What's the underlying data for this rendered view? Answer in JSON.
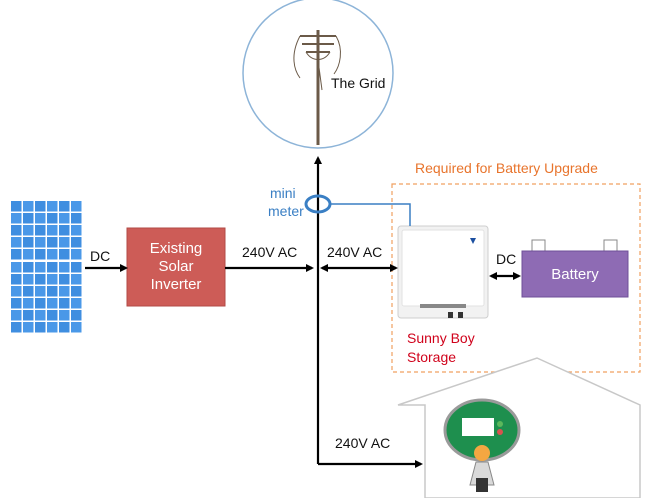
{
  "grid": {
    "label": "The Grid"
  },
  "upgrade_region": {
    "title": "Required for Battery Upgrade"
  },
  "solar_panel": {
    "label": ""
  },
  "inverter": {
    "line1": "Existing",
    "line2": "Solar",
    "line3": "Inverter"
  },
  "meter": {
    "line1": "mini",
    "line2": "meter"
  },
  "links": {
    "panel_to_inverter": "DC",
    "inverter_to_junction": "240V AC",
    "junction_to_storage": "240V AC",
    "storage_to_battery": "DC",
    "junction_to_house": "240V AC"
  },
  "storage": {
    "line1": "Sunny Boy",
    "line2": "Storage"
  },
  "battery": {
    "label": "Battery"
  },
  "colors": {
    "upgrade_text": "#e8742c",
    "upgrade_border": "#f0a060",
    "inverter_fill": "#cd5c57",
    "battery_fill": "#8e6bb4",
    "storage_text": "#d0021b",
    "meter_text": "#3a7fc4",
    "grid_circle": "#8db4d8"
  }
}
